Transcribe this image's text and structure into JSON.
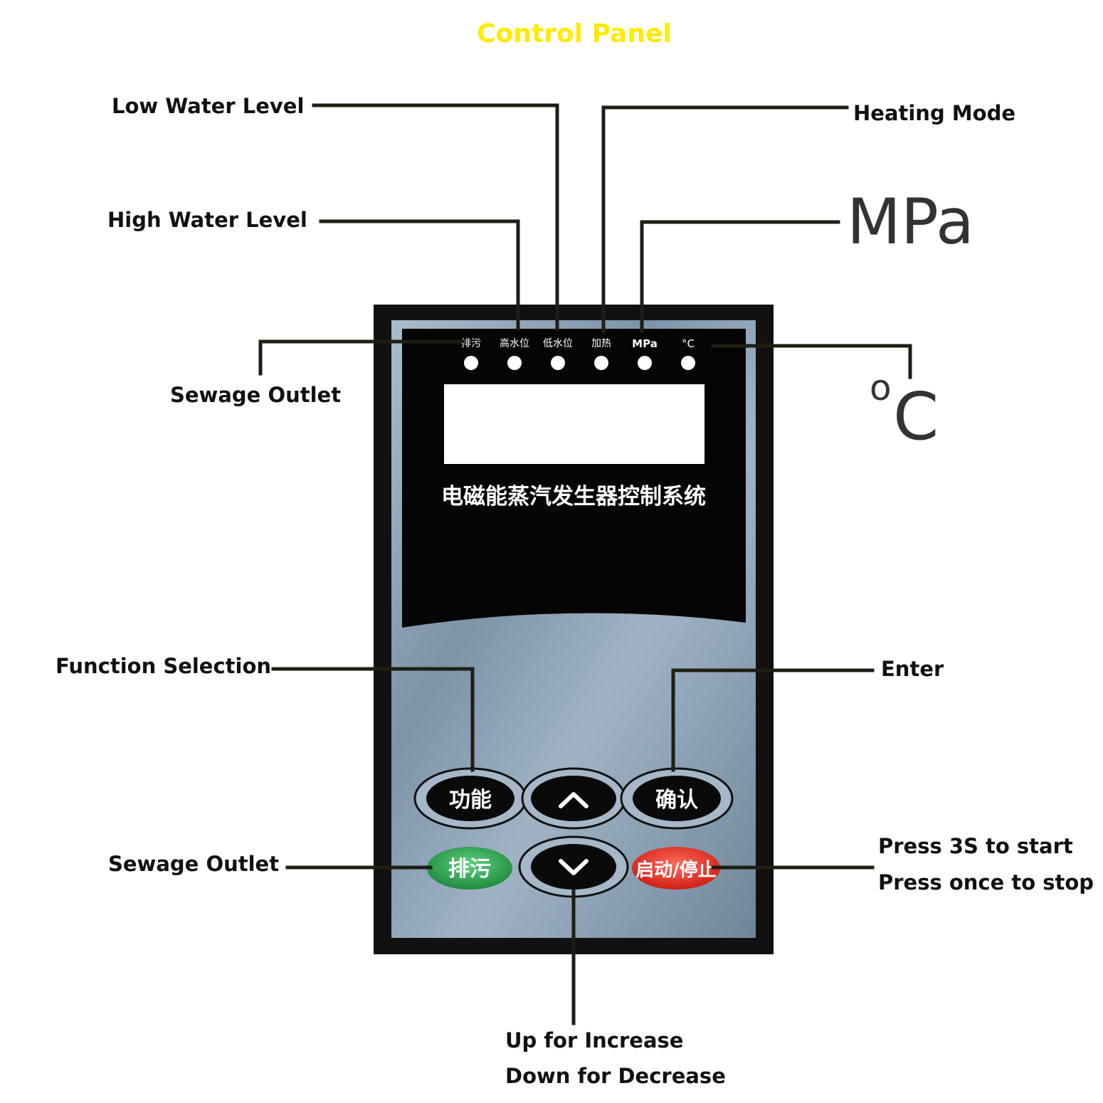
{
  "title": "Control Panel",
  "colors": {
    "title": "#ffea00",
    "leader": "#1e1e14",
    "panel_frame": "#111111",
    "panel_membrane": "#8fa4b8",
    "panel_black": "#050505",
    "sewage_button": "#2e9e52",
    "start_stop_button": "#e8302a"
  },
  "callouts": {
    "low_water_level": "Low Water Level",
    "high_water_level": "High Water Level",
    "sewage_outlet_top": "Sewage Outlet",
    "heating_mode": "Heating Mode",
    "mpa_big": "MPa",
    "celsius_degree": "o",
    "celsius_c": "C",
    "function_selection": "Function Selection",
    "enter": "Enter",
    "sewage_outlet_bottom": "Sewage Outlet",
    "start_stop_line1": "Press 3S to start",
    "start_stop_line2": "Press once to stop",
    "up_down_line1": "Up for Increase",
    "up_down_line2": "Down for Decrease"
  },
  "panel": {
    "indicators": [
      "排污",
      "高水位",
      "低水位",
      "加热",
      "MPa",
      "°C"
    ],
    "system_name": "电磁能蒸汽发生器控制系统",
    "buttons": {
      "function": "功能",
      "up": "up-arrow-icon",
      "enter": "确认",
      "sewage": "排污",
      "down": "down-arrow-icon",
      "start_stop": "启动/停止"
    }
  }
}
